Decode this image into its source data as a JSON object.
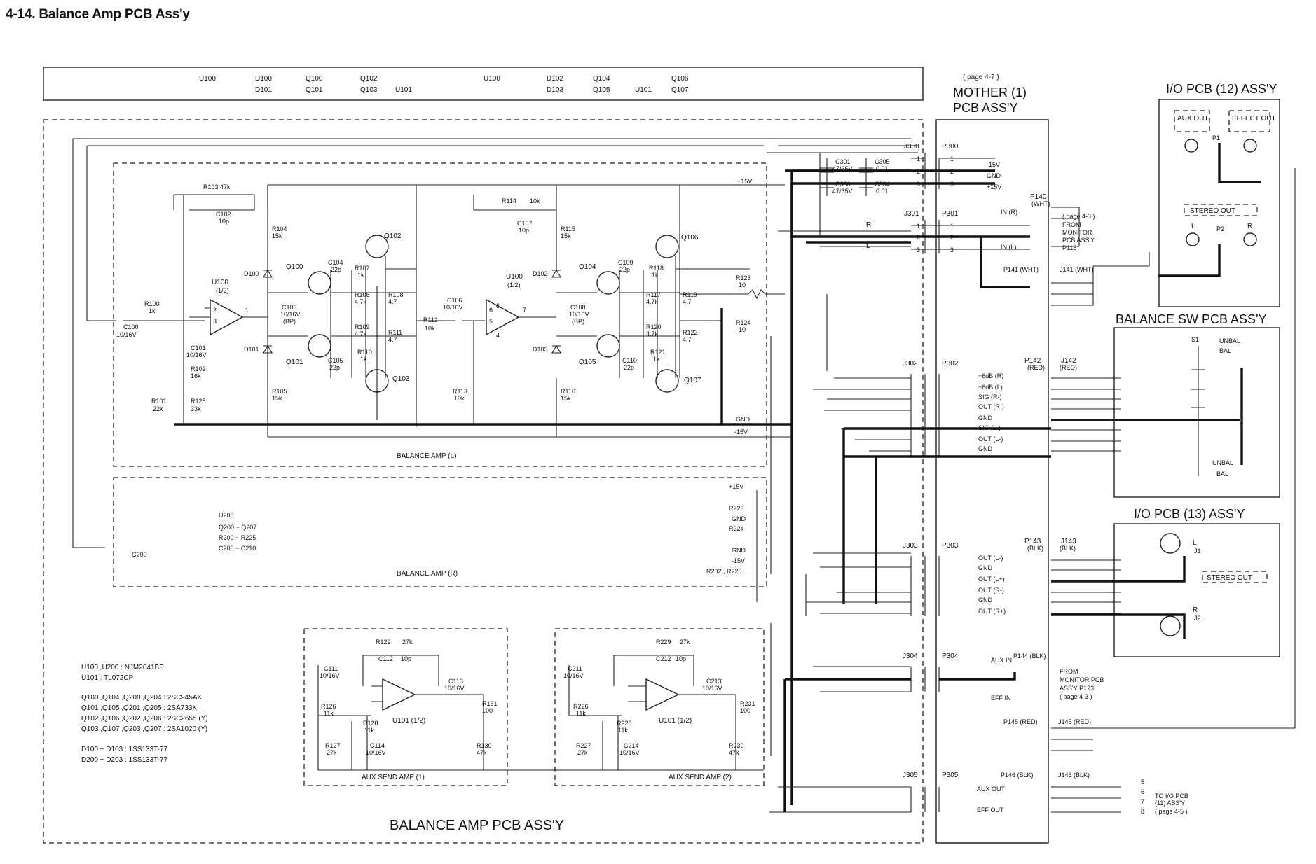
{
  "title": "4-14. Balance Amp PCB Ass'y",
  "top_bar": [
    "U100",
    "D100",
    "D101",
    "Q100",
    "Q101",
    "Q102",
    "Q103",
    "U101",
    "U100",
    "D102",
    "D103",
    "Q104",
    "Q105",
    "U101",
    "Q106",
    "Q107"
  ],
  "blocks": {
    "balance_amp_pcb": "BALANCE AMP PCB ASS'Y",
    "balance_amp_l": "BALANCE AMP (L)",
    "balance_amp_r": "BALANCE AMP (R)",
    "aux_send_1": "AUX SEND AMP (1)",
    "aux_send_2": "AUX SEND AMP (2)",
    "mother_page": "( page 4-7 )",
    "mother_l1": "MOTHER (1)",
    "mother_l2": "PCB ASS'Y",
    "io12": "I/O PCB (12) ASS'Y",
    "bal_sw": "BALANCE SW PCB ASS'Y",
    "io13": "I/O PCB (13) ASS'Y"
  },
  "io12_labels": {
    "aux_out": "AUX OUT",
    "effect_out": "EFFECT OUT",
    "stereo_out": "STEREO OUT",
    "p1": "P1",
    "p2": "P2",
    "l": "L",
    "r": "R"
  },
  "io13_labels": {
    "l": "L",
    "j1": "J1",
    "r": "R",
    "j2": "J2",
    "stereo_out": "STEREO OUT"
  },
  "bal_sw_labels": {
    "s1": "S1",
    "unbal": "UNBAL",
    "bal": "BAL"
  },
  "r_block": {
    "u": "U200",
    "q": "Q200 ~ Q207",
    "r": "R200 ~ R225",
    "c": "C200 ~ C210",
    "c200": "C200",
    "pins": [
      "+15V",
      "R223",
      "GND",
      "R224",
      "GND",
      "-15V",
      "R202 , R225"
    ]
  },
  "notes": [
    "U100 ,U200 : NJM2041BP",
    "U101 : TL072CP",
    "",
    "Q100 ,Q104 ,Q200 ,Q204 : 2SC945AK",
    "Q101 ,Q105 ,Q201 ,Q205 : 2SA733K",
    "Q102 ,Q106 ,Q202 ,Q206 : 2SC2655 (Y)",
    "Q103 ,Q107 ,Q203 ,Q207 : 2SA1020 (Y)",
    "",
    "D100 ~ D103 : 1SS133T-77",
    "D200 ~ D203 : 1SS133T-77"
  ],
  "amp_l_labels": {
    "R103": "R103 47k",
    "C102": "C102",
    "C102v": "10p",
    "R100": "R100",
    "R100v": "1k",
    "C100": "C100",
    "C100v": "10/16V",
    "U100a": "U100",
    "U100a2": "(1/2)",
    "C101": "C101",
    "C101v": "10/16V",
    "R102": "R102",
    "R102v": "16k",
    "R101": "R101",
    "R101v": "22k",
    "R125": "R125",
    "R125v": "33k",
    "R104": "R104",
    "R104v": "15k",
    "D100": "D100",
    "D101": "D101",
    "C103": "C103",
    "C103v": "10/16V",
    "C103b": "(BP)",
    "R105": "R105",
    "R105v": "15k",
    "Q100": "Q100",
    "Q101": "Q101",
    "Q102": "Q102",
    "Q103": "Q103",
    "C104": "C104",
    "C104v": "22p",
    "R107": "R107",
    "R107v": "1k",
    "R106": "R106",
    "R106v": "4.7k",
    "R108": "R108",
    "R108v": "4.7",
    "R109": "R109",
    "R109v": "4.7k",
    "R110": "R110",
    "R110v": "1k",
    "R111": "R111",
    "R111v": "4.7",
    "C105": "C105",
    "C105v": "22p",
    "C106": "C106",
    "C106v": "10/16V",
    "R112": "R112",
    "R112v": "10k",
    "R113": "R113",
    "R113v": "10k",
    "R114": "R114",
    "R114v": "10k",
    "C107": "C107",
    "C107v": "10p",
    "U100b": "U100",
    "U100b2": "(1/2)",
    "R115": "R115",
    "R115v": "15k",
    "D102": "D102",
    "D103": "D103",
    "C108": "C108",
    "C108v": "10/16V",
    "C108b": "(BP)",
    "R116": "R116",
    "R116v": "15k",
    "Q104": "Q104",
    "Q105": "Q105",
    "Q106": "Q106",
    "Q107": "Q107",
    "C109": "C109",
    "C109v": "22p",
    "R118": "R118",
    "R118v": "1k",
    "R117": "R117",
    "R117v": "4.7k",
    "R119": "R119",
    "R119v": "4.7",
    "R120": "R120",
    "R120v": "4.7k",
    "R121": "R121",
    "R121v": "1k",
    "R122": "R122",
    "R122v": "4.7",
    "C110": "C110",
    "C110v": "22p",
    "R123": "R123",
    "R123v": "10",
    "R124": "R124",
    "R124v": "10",
    "p15": "+15V",
    "gnd": "GND",
    "m15": "-15V"
  },
  "aux_labels": {
    "C111": "C111",
    "C111v": "10/16V",
    "R126": "R126",
    "R126v": "11k",
    "R127": "R127",
    "R127v": "27k",
    "R128": "R128",
    "R128v": "11k",
    "C114": "C114",
    "C114v": "10/16V",
    "R129": "R129",
    "R129v": "27k",
    "C112": "C112",
    "C112v": "10p",
    "U101a": "U101 (1/2)",
    "C113": "C113",
    "C113v": "10/16V",
    "R131": "R131",
    "R131v": "100",
    "R130": "R130",
    "R130v": "47k",
    "C211": "C211",
    "C211v": "10/16V",
    "R226": "R226",
    "R226v": "11k",
    "R227": "R227",
    "R227v": "27k",
    "R228": "R228",
    "R228v": "11k",
    "C214": "C214",
    "C214v": "10/16V",
    "R229": "R229",
    "R229v": "27k",
    "C212": "C212",
    "C212v": "10p",
    "U101b": "U101 (1/2)",
    "C213": "C213",
    "C213v": "10/16V",
    "R231": "R231",
    "R231v": "100",
    "R230": "R230",
    "R230v": "47k"
  },
  "filter_caps": {
    "C301": "C301",
    "C301v": "47/35V",
    "C305": "C305",
    "C305v": "0.01",
    "C300": "C300",
    "C300v": "47/35V",
    "C304": "C304",
    "C304v": "0.01"
  },
  "connectors": {
    "J300": "J300",
    "P300": "P300",
    "J301": "J301",
    "P301": "P301",
    "J302": "J302",
    "P302": "P302",
    "J303": "J303",
    "P303": "P303",
    "J304": "J304",
    "P304": "P304",
    "J305": "J305",
    "P305": "P305",
    "P140": "P140",
    "P140c": "(WHT)",
    "P141": "P141 (WHT)",
    "J141": "J141 (WHT)",
    "P142": "P142",
    "P142c": "(RED)",
    "J142": "J142",
    "J142c": "(RED)",
    "P143": "P143",
    "P143c": "(BLK)",
    "J143": "J143",
    "J143c": "(BLK)",
    "P144": "P144 (BLK)",
    "P145": "P145 (RED)",
    "J145": "J145 (RED)",
    "P146": "P146 (BLK)",
    "J146": "J146 (BLK)"
  },
  "signals": {
    "p300": [
      "-15V",
      "GND",
      "+15V"
    ],
    "j301_lr": [
      "R",
      "L"
    ],
    "p140": [
      "IN (R)",
      "IN (L)"
    ],
    "p140_note": [
      "( page 4-3 )",
      "FROM",
      "MONITOR",
      "PCB ASS'Y",
      "P116"
    ],
    "p302": [
      "+6dB (R)",
      "+6dB (L)",
      "SIG (R-)",
      "OUT (R-)",
      "GND",
      "SIG (L-)",
      "OUT (L-)",
      "GND"
    ],
    "p303": [
      "OUT (L-)",
      "GND",
      "OUT (L+)",
      "OUT (R-)",
      "GND",
      "OUT (R+)"
    ],
    "p304": [
      "AUX IN",
      "EFF IN"
    ],
    "p144_note": [
      "FROM",
      "MONITOR PCB",
      "ASS'Y P123",
      "( page 4-3 )"
    ],
    "p305": [
      "AUX OUT",
      "EFF OUT"
    ],
    "p146_note": [
      "TO I/O PCB",
      "(11) ASS'Y",
      "( page 4-5 )"
    ],
    "p146_pins": [
      "5",
      "6",
      "7",
      "8"
    ]
  }
}
